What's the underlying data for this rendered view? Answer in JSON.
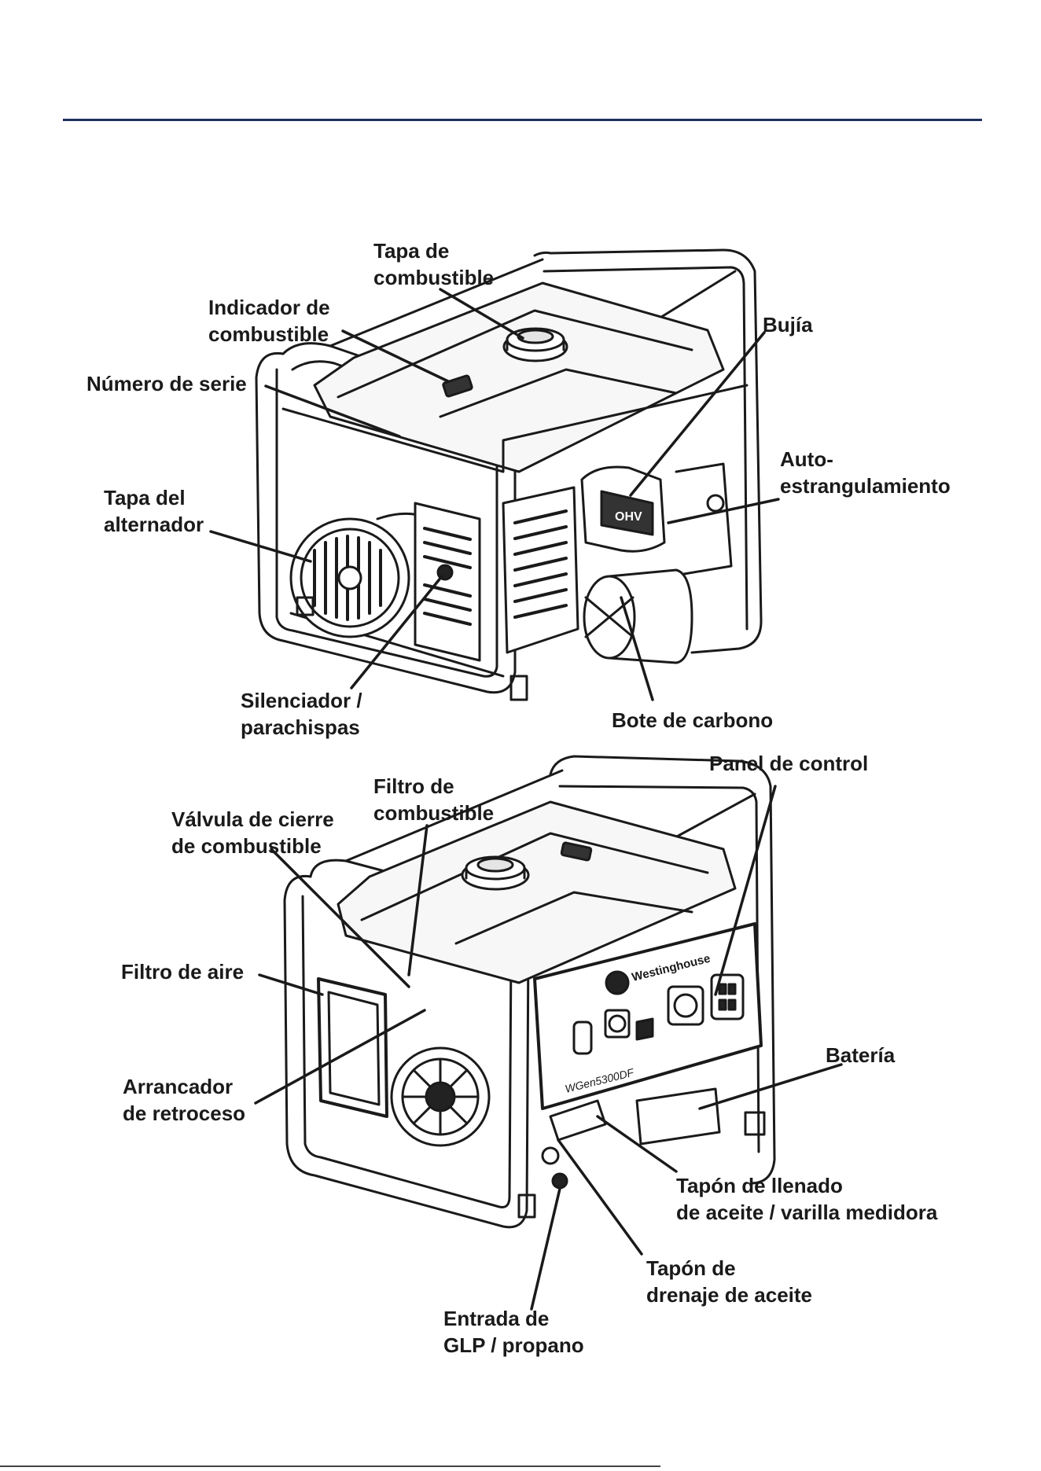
{
  "labels": {
    "fuel_cap": [
      "Tapa de",
      "combustible"
    ],
    "fuel_gauge": [
      "Indicador de",
      "combustible"
    ],
    "serial_number": [
      "Número de serie"
    ],
    "spark_plug": [
      "Bujía"
    ],
    "auto_choke": [
      "Auto-",
      "estrangulamiento"
    ],
    "alternator_cover": [
      "Tapa del",
      "alternador"
    ],
    "muffler": [
      "Silenciador /",
      "parachispas"
    ],
    "carbon_canister": [
      "Bote de carbono"
    ],
    "control_panel": [
      "Panel de control"
    ],
    "fuel_filter": [
      "Filtro de",
      "combustible"
    ],
    "fuel_valve": [
      "Válvula de cierre",
      "de combustible"
    ],
    "air_filter": [
      "Filtro de aire"
    ],
    "battery": [
      "Batería"
    ],
    "recoil_starter": [
      "Arrancador",
      "de retroceso"
    ],
    "oil_fill": [
      "Tapón de llenado",
      "de aceite / varilla medidora"
    ],
    "oil_drain": [
      "Tapón de",
      "drenaje de aceite"
    ],
    "lpg_inlet": [
      "Entrada de",
      "GLP / propano"
    ]
  },
  "panel_brand": "Westinghouse",
  "panel_model": "WGen5300DF",
  "engine_badge": "OHV",
  "colors": {
    "header_rule": "#1f2f5c",
    "text": "#1a1a1a",
    "line": "#1a1a1a"
  }
}
